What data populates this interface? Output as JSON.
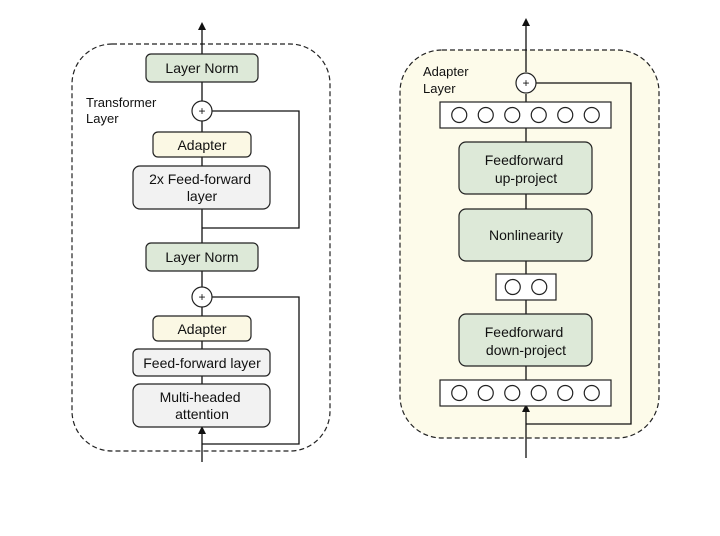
{
  "transformer": {
    "title_line1": "Transformer",
    "title_line2": "Layer",
    "layer_norm_top": "Layer Norm",
    "adapter_top": "Adapter",
    "ff2x_line1": "2x Feed-forward",
    "ff2x_line2": "layer",
    "layer_norm_mid": "Layer Norm",
    "adapter_bottom": "Adapter",
    "ff_layer": "Feed-forward layer",
    "mha_line1": "Multi-headed",
    "mha_line2": "attention",
    "plus_top": "+",
    "plus_bottom": "+"
  },
  "adapter": {
    "title_line1": "Adapter",
    "title_line2": "Layer",
    "up_line1": "Feedforward",
    "up_line2": "up-project",
    "nonlinearity": "Nonlinearity",
    "down_line1": "Feedforward",
    "down_line2": "down-project",
    "plus": "+",
    "wide_neurons": 6,
    "narrow_neurons": 2
  },
  "colors": {
    "green_box": "#dde9d8",
    "cream_box": "#fbf8e4",
    "gray_box": "#f2f2f2",
    "adapter_bg": "#fdfbea",
    "stroke": "#222222"
  }
}
